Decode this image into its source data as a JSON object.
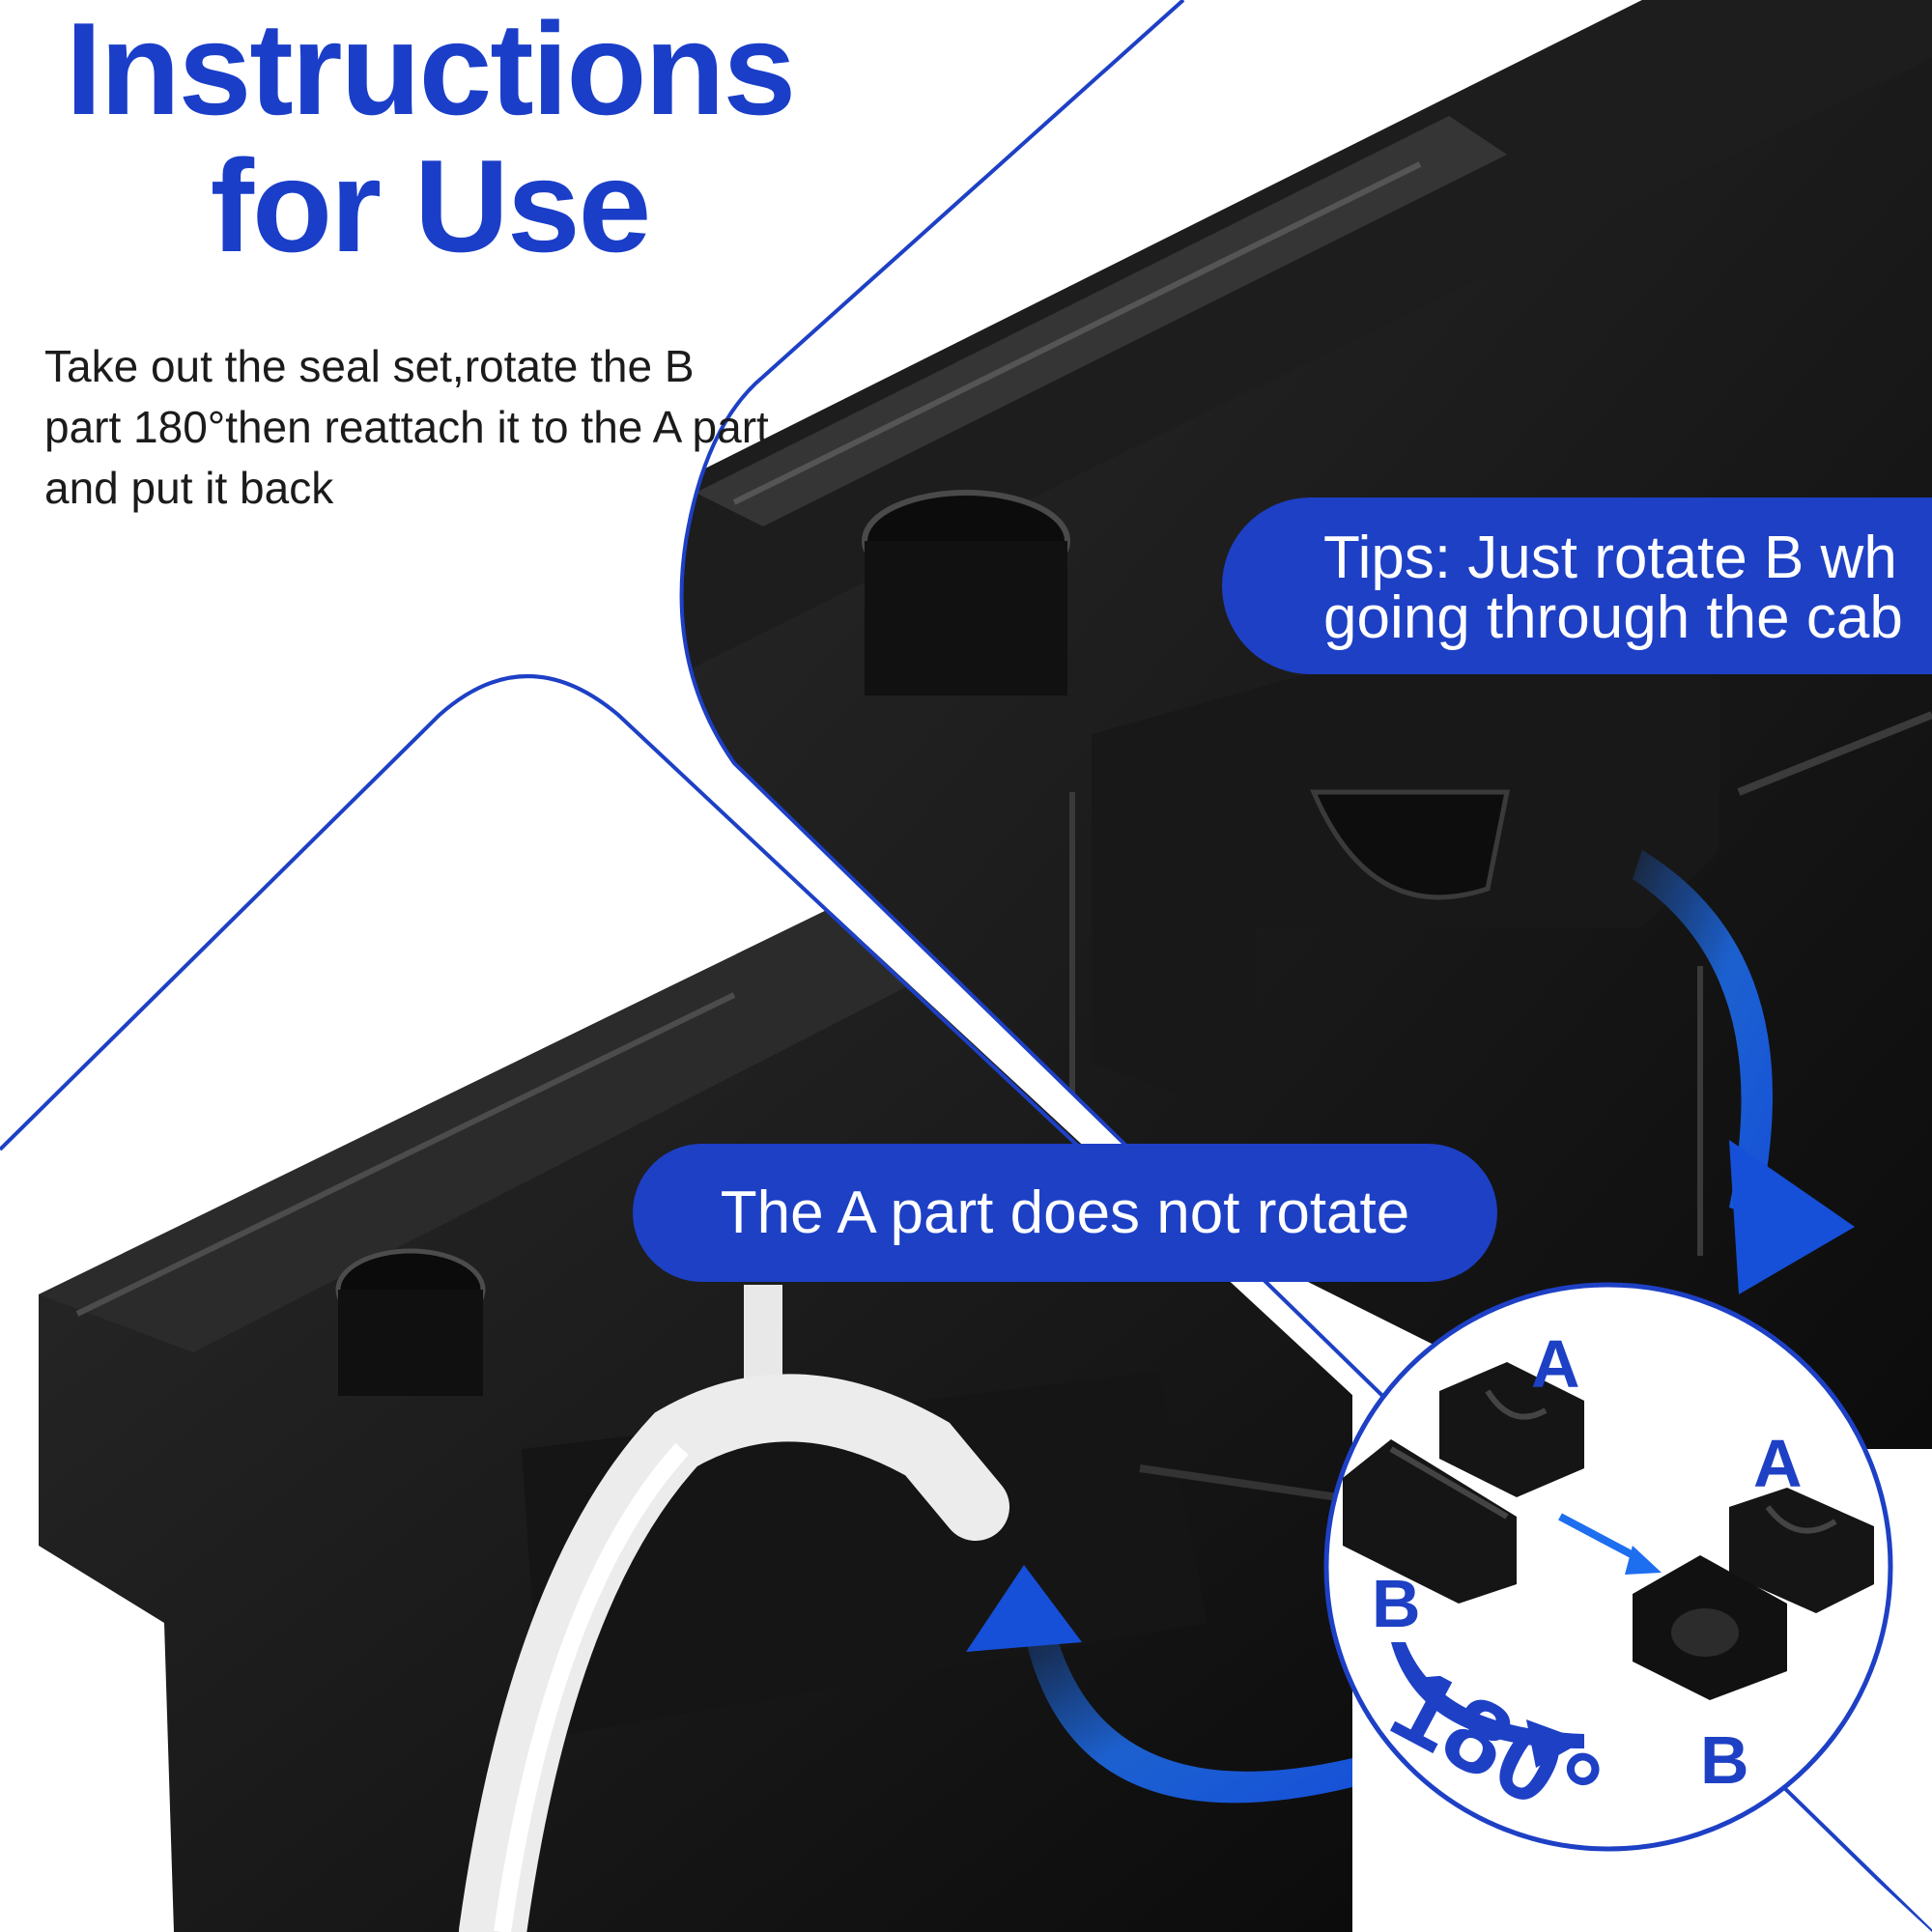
{
  "header": {
    "title_line1": "Instructions",
    "title_line2": "for Use"
  },
  "description": "Take out the seal set,rotate the B part 180°then reattach it to the A part and put it back",
  "callouts": {
    "tips_line1": "Tips: Just rotate B wh",
    "tips_line2": "going through the cab",
    "a_part": "The A part does not rotate"
  },
  "inset": {
    "label_a1": "A",
    "label_a2": "A",
    "label_b1": "B",
    "label_b2": "B",
    "rotation": "180°"
  },
  "colors": {
    "accent_blue": "#1d40c5",
    "arrow_blue": "#1e6ef0",
    "box_black": "#141414",
    "cable_white": "#f2f2f2"
  }
}
